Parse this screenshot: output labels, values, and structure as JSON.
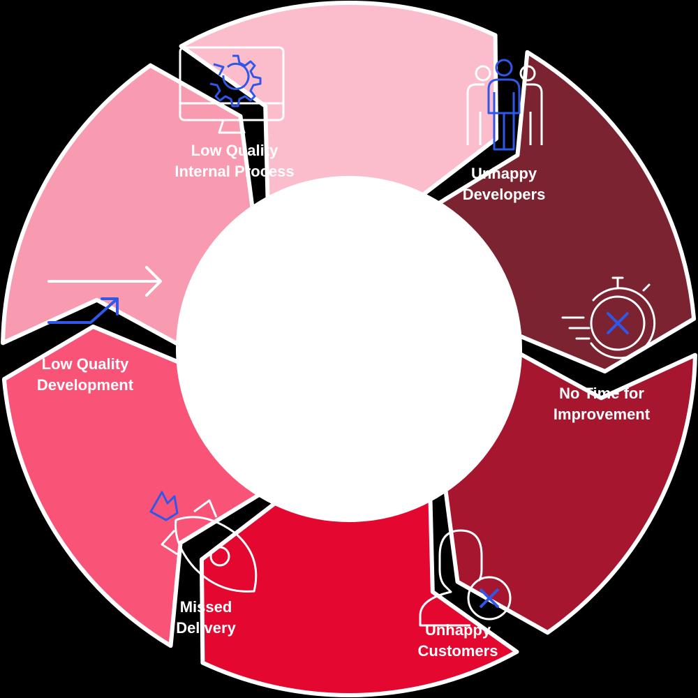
{
  "diagram": {
    "segments": [
      {
        "id": "developers",
        "lines": [
          "Unhappy",
          "Developers"
        ],
        "color": "#7b2330",
        "icon": "team-icon"
      },
      {
        "id": "improvement",
        "lines": [
          "No Time for",
          "Improvement"
        ],
        "color": "#a6162e",
        "icon": "stopwatch-cancel-icon"
      },
      {
        "id": "customers",
        "lines": [
          "Unhappy",
          "Customers"
        ],
        "color": "#e4072f",
        "icon": "user-cancel-icon"
      },
      {
        "id": "delivery",
        "lines": [
          "Missed",
          "Delivery"
        ],
        "color": "#f95378",
        "icon": "falling-rocket-icon"
      },
      {
        "id": "development",
        "lines": [
          "Low Quality",
          "Development"
        ],
        "color": "#f99bb0",
        "icon": "arrows-icon"
      },
      {
        "id": "process",
        "lines": [
          "Low Quality",
          "Internal Process"
        ],
        "color": "#fbbccc",
        "icon": "monitor-gear-icon"
      }
    ],
    "colors": {
      "background": "#000000",
      "icon_white": "#ffffff",
      "icon_accent": "#2f57e8",
      "hole": "#ffffff"
    }
  }
}
